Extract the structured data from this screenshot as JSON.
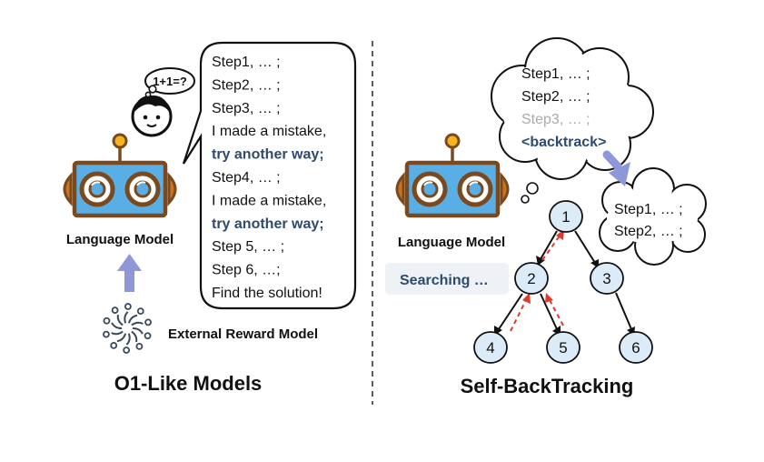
{
  "left_panel": {
    "title": "O1-Like Models",
    "model_label": "Language Model",
    "reward_label": "External Reward Model",
    "question_bubble": "1+1=?",
    "speech_lines": [
      {
        "text": "Step1, … ;",
        "style": "normal"
      },
      {
        "text": "Step2, … ;",
        "style": "normal"
      },
      {
        "text": "Step3, … ;",
        "style": "normal"
      },
      {
        "text": "I made a mistake,",
        "style": "normal"
      },
      {
        "text": "try another way;",
        "style": "highlight"
      },
      {
        "text": "Step4, … ;",
        "style": "normal"
      },
      {
        "text": "I made a mistake,",
        "style": "normal"
      },
      {
        "text": "try another way;",
        "style": "highlight"
      },
      {
        "text": "Step 5, … ;",
        "style": "normal"
      },
      {
        "text": "Step 6, …;",
        "style": "normal"
      },
      {
        "text": "Find the solution!",
        "style": "normal"
      }
    ]
  },
  "right_panel": {
    "title": "Self-BackTracking",
    "model_label": "Language Model",
    "searching_label": "Searching …",
    "thought_cloud_lines": [
      {
        "text": "Step1, … ;",
        "style": "normal"
      },
      {
        "text": "Step2, … ;",
        "style": "normal"
      },
      {
        "text": "Step3, … ;",
        "style": "faded"
      },
      {
        "text": "<backtrack>",
        "style": "highlight"
      }
    ],
    "small_cloud_lines": [
      {
        "text": "Step1, … ;",
        "style": "normal"
      },
      {
        "text": "Step2, … ;",
        "style": "normal"
      }
    ],
    "tree_nodes": [
      "1",
      "2",
      "3",
      "4",
      "5",
      "6"
    ]
  },
  "colors": {
    "robot_face": "#5aaee6",
    "robot_frame": "#7a4a1e",
    "robot_ears": "#c9761e",
    "antenna_bulb": "#f2b51e",
    "arrow_up": "#8e97d8",
    "highlight_text": "#2e4b6e",
    "faded_text": "#aaaaaa",
    "node_fill": "#dcebf8",
    "backtrack_arrow": "#e03a2e",
    "search_box": "#eef1f6",
    "divider": "#333333"
  }
}
